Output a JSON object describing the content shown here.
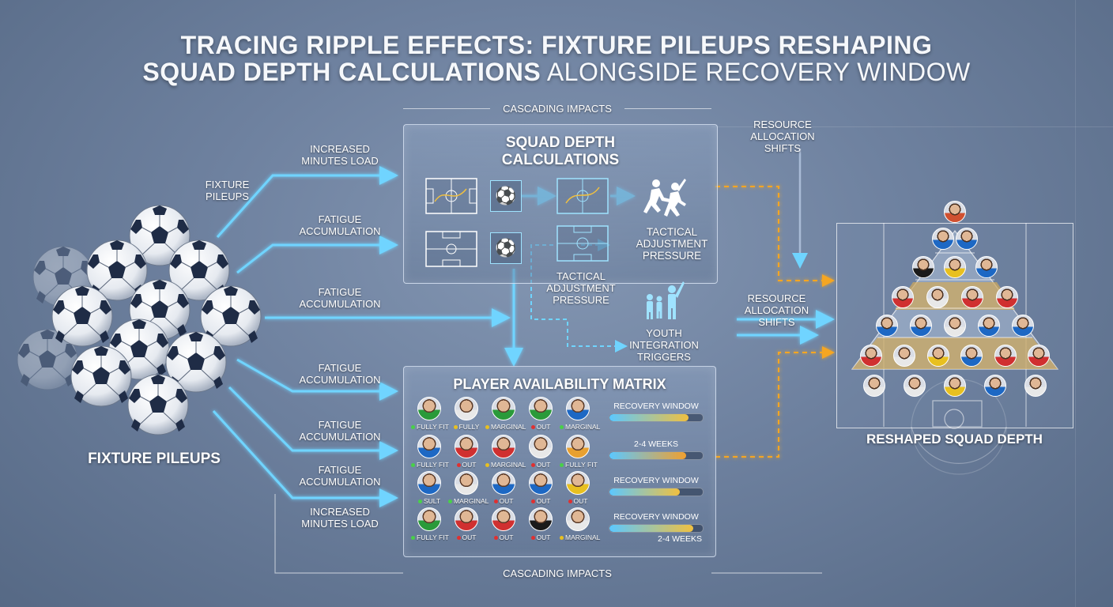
{
  "title": {
    "line1": "TRACING RIPPLE EFFECTS: FIXTURE PILEUPS RESHAPING",
    "line2a": "SQUAD DEPTH CALCULATIONS",
    "line2b": " ALONGSIDE RECOVERY WINDOW"
  },
  "cascade_top": "CASCADING IMPACTS",
  "cascade_bottom": "CASCADING IMPACTS",
  "fixture_label": "FIXTURE PILEUPS",
  "fixture_small": "FIXTURE PILEUPS",
  "inputs": [
    "INCREASED MINUTES LOAD",
    "FATIGUE ACCUMULATION",
    "FATIGUE ACCUMULATION",
    "FATIGUE ACCUMULATION",
    "FATIGUE ACCUMULATION",
    "FATIGUE ACCUMULATION",
    "INCREASED MINUTES LOAD"
  ],
  "squad_panel": {
    "title_line1": "SQUAD DEPTH",
    "title_line2": "CALCULATIONS",
    "tactical_right": "TACTICAL ADJUSTMENT PRESSURE",
    "tactical_below": "TACTICAL ADJUSTMENT PRESSURE"
  },
  "youth_label": "YOUTH INTEGRATION TRIGGERS",
  "resource_top": "RESOURCE ALLOCATION SHIFTS",
  "resource_mid": "RESOURCE ALLOCATION SHIFTS",
  "matrix": {
    "title": "PLAYER AVAILABILITY MATRIX",
    "rows": [
      {
        "players": [
          {
            "status": "FULLY FIT",
            "dot": "#48d048",
            "kit": "#2a9a3a"
          },
          {
            "status": "FULLY",
            "dot": "#e8c020",
            "kit": "#e8e8e8"
          },
          {
            "status": "MARGINAL",
            "dot": "#e8c020",
            "kit": "#2a9a3a"
          },
          {
            "status": "OUT",
            "dot": "#e03030",
            "kit": "#2a9a3a"
          },
          {
            "status": "MARGINAL",
            "dot": "#48d048",
            "kit": "#1d68c4"
          }
        ],
        "bar_label": "RECOVERY WINDOW",
        "bar_fill": 0.85,
        "bar_color": "#f0c040",
        "bar_label_below": ""
      },
      {
        "players": [
          {
            "status": "FULLY FIT",
            "dot": "#48d048",
            "kit": "#1d68c4"
          },
          {
            "status": "OUT",
            "dot": "#e03030",
            "kit": "#d03030"
          },
          {
            "status": "MARGINAL",
            "dot": "#e8c020",
            "kit": "#d03030"
          },
          {
            "status": "OUT",
            "dot": "#e03030",
            "kit": "#e8e8e8"
          },
          {
            "status": "FULLY FIT",
            "dot": "#48d048",
            "kit": "#e8a030"
          }
        ],
        "bar_label": "2-4 WEEKS",
        "bar_fill": 0.82,
        "bar_color": "#f0a030",
        "bar_label_below": ""
      },
      {
        "players": [
          {
            "status": "SULT",
            "dot": "#48d048",
            "kit": "#1d68c4"
          },
          {
            "status": "MARGINAL",
            "dot": "#48d048",
            "kit": "#e8e8e8"
          },
          {
            "status": "OUT",
            "dot": "#e03030",
            "kit": "#1d68c4"
          },
          {
            "status": "OUT",
            "dot": "#e03030",
            "kit": "#1d68c4"
          },
          {
            "status": "OUT",
            "dot": "#e03030",
            "kit": "#e8c020"
          }
        ],
        "bar_label": "RECOVERY WINDOW",
        "bar_fill": 0.75,
        "bar_color": "#f0c040",
        "bar_label_below": ""
      },
      {
        "players": [
          {
            "status": "FULLY FIT",
            "dot": "#48d048",
            "kit": "#2a9a3a"
          },
          {
            "status": "OUT",
            "dot": "#e03030",
            "kit": "#d03030"
          },
          {
            "status": "OUT",
            "dot": "#e03030",
            "kit": "#d03030"
          },
          {
            "status": "OUT",
            "dot": "#e03030",
            "kit": "#1a1a1a"
          },
          {
            "status": "MARGINAL",
            "dot": "#e8c020",
            "kit": "#e8e8e8"
          }
        ],
        "bar_label": "RECOVERY WINDOW",
        "bar_fill": 0.9,
        "bar_color": "#f0c040",
        "bar_label_below": "2-4 WEEKS"
      }
    ]
  },
  "reshaped_label": "RESHAPED SQUAD DEPTH",
  "pyramid_kits": [
    [
      "#d05030"
    ],
    [
      "#1d68c4",
      "#1d68c4"
    ],
    [
      "#1a1a1a",
      "#e8c020",
      "#1d68c4"
    ],
    [
      "#d03030",
      "#e8e8e8",
      "#d03030",
      "#d03030"
    ],
    [
      "#1d68c4",
      "#1d68c4",
      "#e8e8e8",
      "#1d68c4",
      "#1d68c4"
    ],
    [
      "#d03030",
      "#e8e8e8",
      "#e8c020",
      "#1d68c4",
      "#d03030",
      "#d03030"
    ],
    [
      "#e8e8e8",
      "#e8e8e8",
      "#e8c020",
      "#1d68c4",
      "#e8e8e8"
    ]
  ],
  "colors": {
    "arrow_blue": "#5cc8ff",
    "arrow_orange": "#f5a623",
    "panel_border": "#e1ebfa"
  }
}
